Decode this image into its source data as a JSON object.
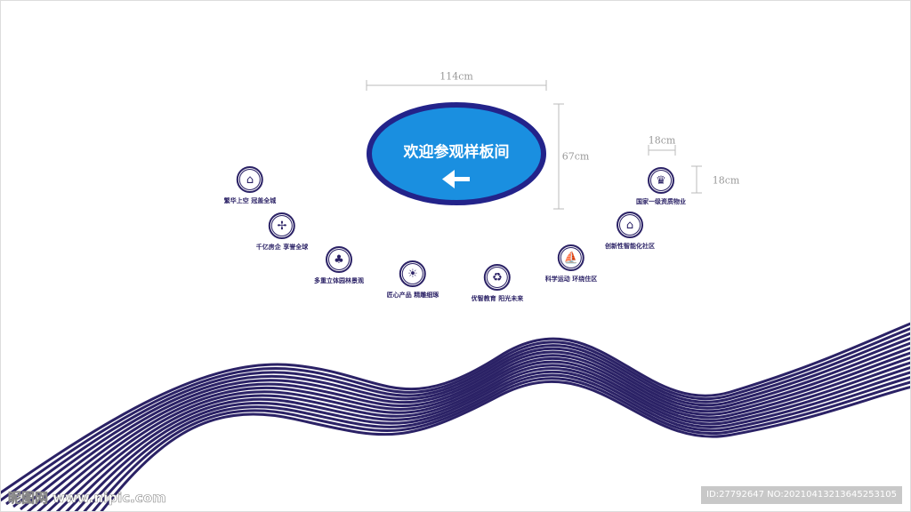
{
  "sign": {
    "title": "欢迎参观样板间",
    "arrow_icon": "arrow-left-icon"
  },
  "dimensions": {
    "sign_width": "114cm",
    "sign_height": "67cm",
    "icon_width": "18cm",
    "icon_height": "18cm"
  },
  "features": [
    {
      "label": "繁华上空 冠盖全城",
      "icon": "city-buildings-icon"
    },
    {
      "label": "千亿房企 享誉全球",
      "icon": "wind-turbine-icon"
    },
    {
      "label": "多重立体园林景观",
      "icon": "garden-landscape-icon"
    },
    {
      "label": "匠心产品 精雕细琢",
      "icon": "palm-island-icon"
    },
    {
      "label": "优智教育 阳光未来",
      "icon": "recycle-icon"
    },
    {
      "label": "科学运动 环绕住区",
      "icon": "speedboat-icon"
    },
    {
      "label": "创新性智能化社区",
      "icon": "pavilion-icon"
    },
    {
      "label": "国家一级资质物业",
      "icon": "crown-icon"
    }
  ],
  "watermark": {
    "left": "昵图网 www.nipic.com",
    "right": "ID:27792647 NO:20210413213645253105"
  },
  "colors": {
    "navy": "#2b2266",
    "sign_blue": "#1a8fe0",
    "sign_border": "#23238a",
    "dim_gray": "#bbbbbb"
  }
}
